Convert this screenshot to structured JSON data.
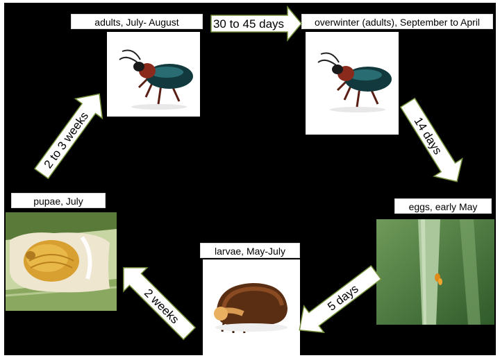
{
  "stages": {
    "adults": "adults, July- August",
    "overwinter": "overwinter (adults), September to April",
    "eggs": "eggs, early May",
    "larvae": "larvae, May-July",
    "pupae": "pupae, July"
  },
  "transitions": {
    "adults_to_overwinter": "30 to 45 days",
    "overwinter_to_eggs": "14 days",
    "eggs_to_larvae": "5 days",
    "larvae_to_pupae": "2 weeks",
    "pupae_to_adults": "2 to 3 weeks"
  },
  "colors": {
    "background": "#000000",
    "arrow_fill": "#ffffff",
    "arrow_stroke": "#76923c",
    "label_fill": "#ffffff"
  }
}
